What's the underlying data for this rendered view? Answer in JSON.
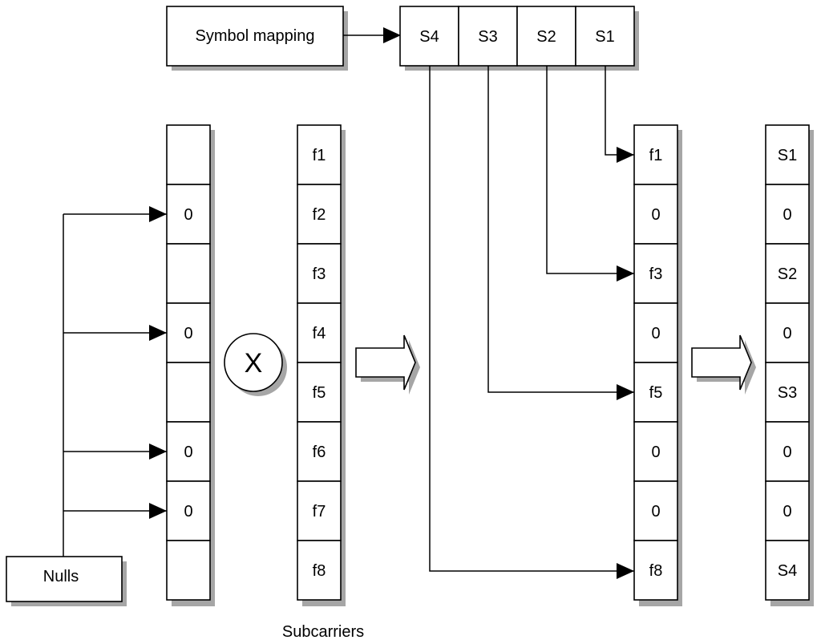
{
  "symbol_mapping": {
    "label": "Symbol mapping"
  },
  "symbols": [
    "S4",
    "S3",
    "S2",
    "S1"
  ],
  "null_column": [
    "",
    "0",
    "",
    "0",
    "",
    "0",
    "0",
    ""
  ],
  "multiply": {
    "symbol": "X"
  },
  "subcarrier_column": [
    "f1",
    "f2",
    "f3",
    "f4",
    "f5",
    "f6",
    "f7",
    "f8"
  ],
  "subcarriers_label": "Subcarriers",
  "mapped_column": [
    "f1",
    "0",
    "f3",
    "0",
    "f5",
    "0",
    "0",
    "f8"
  ],
  "output_column": [
    "S1",
    "0",
    "S2",
    "0",
    "S3",
    "0",
    "0",
    "S4"
  ],
  "nulls": {
    "label": "Nulls"
  }
}
